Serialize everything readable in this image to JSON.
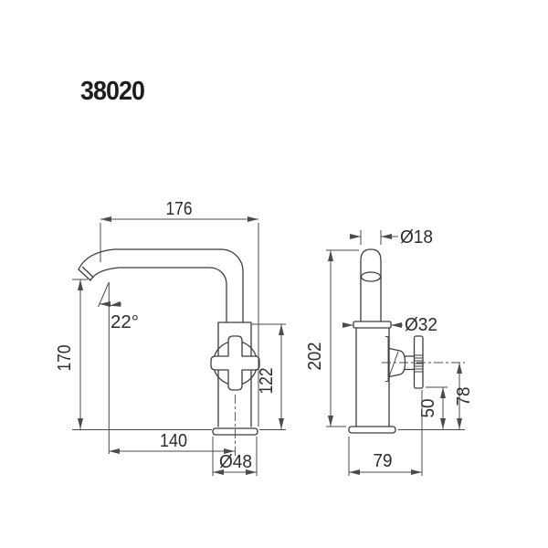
{
  "title": "38020",
  "colors": {
    "background": "#ffffff",
    "line": "#3d3d3f",
    "text": "#2c2c2e"
  },
  "views": {
    "front": {
      "name": "front-view",
      "dims": {
        "spout_reach": "176",
        "spout_angle": "22°",
        "spout_height": "170",
        "body_height": "122",
        "spout_to_center": "140",
        "base_diameter": "Ø48"
      }
    },
    "side": {
      "name": "side-view",
      "dims": {
        "spout_diameter": "Ø18",
        "cover_diameter": "Ø32",
        "total_height": "202",
        "handle_bottom_height": "50",
        "handle_center_height": "78",
        "depth": "79"
      }
    }
  }
}
